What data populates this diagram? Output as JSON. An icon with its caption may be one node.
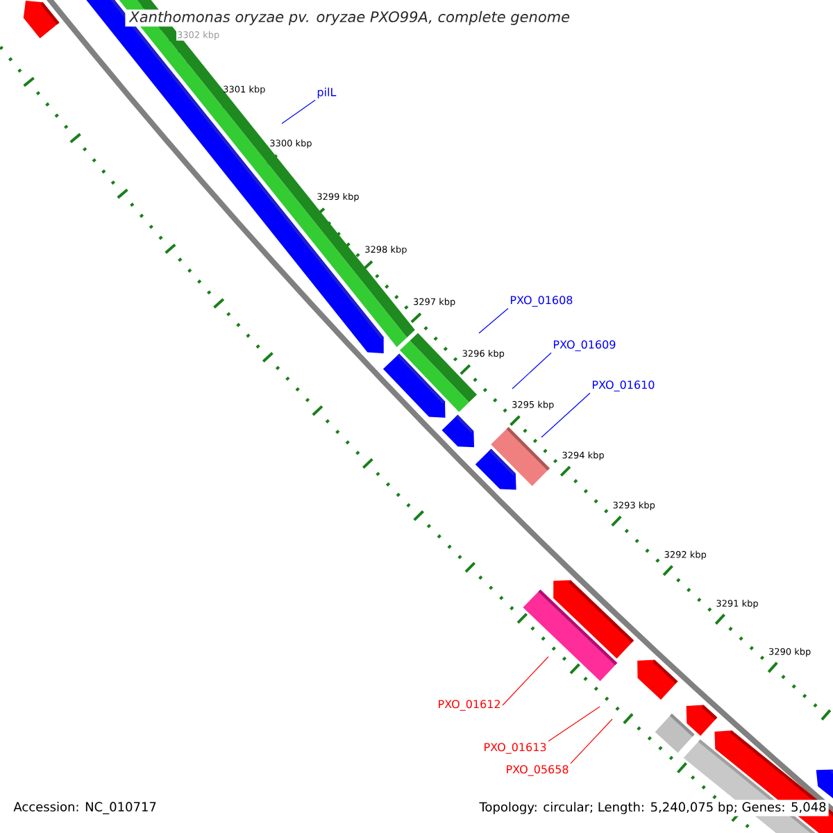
{
  "diagram": {
    "title": "Xanthomonas oryzae pv. oryzae PXO99A, complete genome",
    "nodes": [
      {
        "text": [
          "pilL"
        ]
      },
      {
        "text": [
          "PXO_01608"
        ]
      },
      {
        "text": [
          "PXO_01609"
        ]
      },
      {
        "text": [
          "PXO_01610"
        ]
      },
      {
        "text": [
          "PXO_01612"
        ]
      },
      {
        "text": [
          "PXO_01613"
        ]
      },
      {
        "text": [
          "PXO_05658"
        ]
      }
    ],
    "edges": [
      {
        "from": 0,
        "to": null,
        "arrow": "none",
        "color": "#0000ff"
      },
      {
        "from": 1,
        "to": null,
        "arrow": "none",
        "color": "#0000ff"
      },
      {
        "from": 2,
        "to": null,
        "arrow": "none",
        "color": "#0000ff"
      },
      {
        "from": 3,
        "to": null,
        "arrow": "none",
        "color": "#0000ff"
      },
      {
        "from": 4,
        "to": null,
        "arrow": "none",
        "color": "#ff0000"
      },
      {
        "from": 5,
        "to": null,
        "arrow": "none",
        "color": "#ff0000"
      },
      {
        "from": 6,
        "to": null,
        "arrow": "none",
        "color": "#ff0000"
      }
    ],
    "labels": [
      "3302 kbp",
      "3301 kbp",
      "3300 kbp",
      "3299 kbp",
      "3298 kbp",
      "3297 kbp",
      "3296 kbp",
      "3295 kbp",
      "3294 kbp",
      "3293 kbp",
      "3292 kbp",
      "3291 kbp",
      "3290 kbp",
      "Accession: NC_010717",
      "Topology: circular; Length: 5,240,075 bp; Genes: 5,048"
    ]
  }
}
